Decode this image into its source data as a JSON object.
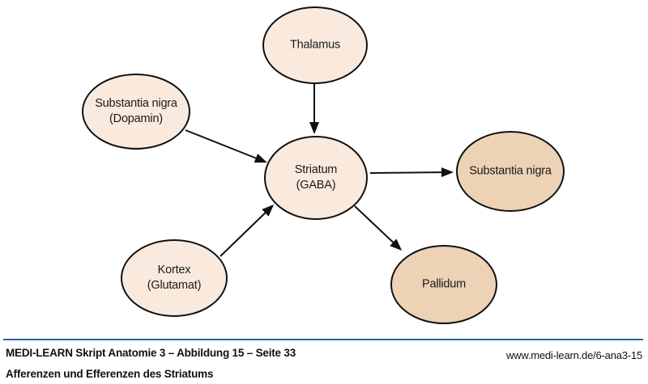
{
  "colors": {
    "node_light": "#faeadd",
    "node_dark": "#edd2b6",
    "outline": "#111111",
    "rule_blue": "#2363b6",
    "text": "#111111"
  },
  "diagram": {
    "nodes": {
      "thalamus": {
        "label": "Thalamus",
        "tone": "light"
      },
      "substantia_nigra_afferent": {
        "label": "Substantia nigra\n(Dopamin)",
        "tone": "light"
      },
      "striatum": {
        "label": "Striatum\n(GABA)",
        "tone": "light"
      },
      "kortex": {
        "label": "Kortex\n(Glutamat)",
        "tone": "light"
      },
      "substantia_nigra_efferent": {
        "label": "Substantia nigra",
        "tone": "dark"
      },
      "pallidum": {
        "label": "Pallidum",
        "tone": "dark"
      }
    },
    "edges": [
      {
        "from": "Thalamus",
        "to": "Striatum (GABA)"
      },
      {
        "from": "Substantia nigra (Dopamin)",
        "to": "Striatum (GABA)"
      },
      {
        "from": "Kortex (Glutamat)",
        "to": "Striatum (GABA)"
      },
      {
        "from": "Striatum (GABA)",
        "to": "Substantia nigra"
      },
      {
        "from": "Striatum (GABA)",
        "to": "Pallidum"
      }
    ]
  },
  "footer": {
    "caption_line1": "MEDI-LEARN Skript Anatomie 3 – Abbildung 15 – Seite 33",
    "caption_line2": "Afferenzen und Efferenzen des Striatums",
    "url": "www.medi-learn.de/6-ana3-15"
  }
}
